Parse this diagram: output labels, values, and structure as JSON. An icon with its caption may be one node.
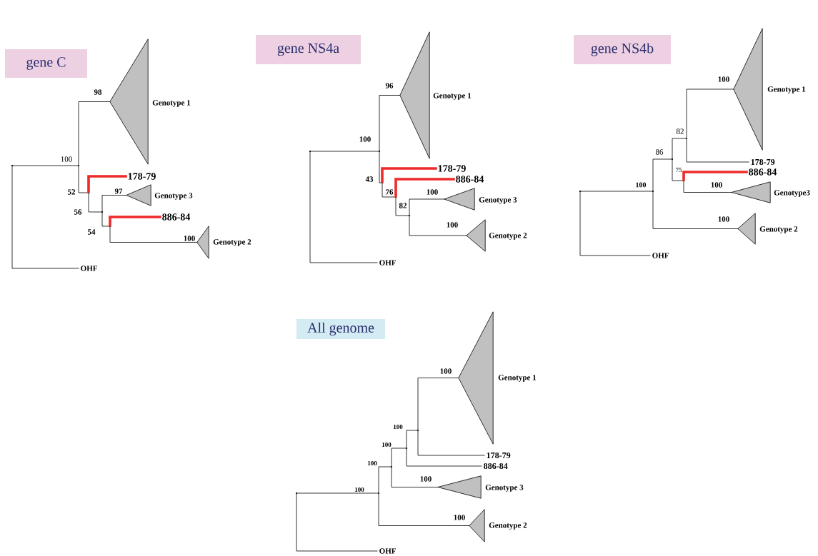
{
  "diagram": {
    "nodes": [
      {
        "text": [
          "gene C"
        ]
      },
      {
        "text": [],
        "shape": "point"
      },
      {
        "text": [],
        "shape": "point"
      },
      {
        "text": [],
        "shape": "triangle",
        "beside": [
          "Genotype 1"
        ]
      },
      {
        "text": [],
        "shape": "point"
      },
      {
        "text": [
          "178-79"
        ]
      },
      {
        "text": [],
        "shape": "point"
      },
      {
        "text": [],
        "shape": "triangle",
        "beside": [
          "Genotype 3"
        ]
      },
      {
        "text": [],
        "shape": "point"
      },
      {
        "text": [
          "886-84"
        ]
      },
      {
        "text": [],
        "shape": "triangle",
        "beside": [
          "Genotype 2"
        ]
      },
      {
        "text": [
          "OHF"
        ]
      },
      {
        "text": [
          "gene NS4a"
        ]
      },
      {
        "text": [],
        "shape": "point"
      },
      {
        "text": [],
        "shape": "point"
      },
      {
        "text": [],
        "shape": "triangle",
        "beside": [
          "Genotype 1"
        ]
      },
      {
        "text": [],
        "shape": "point"
      },
      {
        "text": [
          "178-79"
        ]
      },
      {
        "text": [],
        "shape": "point"
      },
      {
        "text": [
          "886-84"
        ]
      },
      {
        "text": [],
        "shape": "point"
      },
      {
        "text": [],
        "shape": "triangle",
        "beside": [
          "Genotype 3"
        ]
      },
      {
        "text": [],
        "shape": "triangle",
        "beside": [
          "Genotype 2"
        ]
      },
      {
        "text": [
          "OHF"
        ]
      },
      {
        "text": [
          "gene NS4b"
        ]
      },
      {
        "text": [],
        "shape": "point"
      },
      {
        "text": [],
        "shape": "point"
      },
      {
        "text": [],
        "shape": "point"
      },
      {
        "text": [],
        "shape": "point"
      },
      {
        "text": [],
        "shape": "triangle",
        "beside": [
          "Genotype 1"
        ]
      },
      {
        "text": [
          "178-79"
        ]
      },
      {
        "text": [],
        "shape": "point"
      },
      {
        "text": [
          "886-84"
        ]
      },
      {
        "text": [],
        "shape": "triangle",
        "beside": [
          "Genotype3"
        ]
      },
      {
        "text": [],
        "shape": "triangle",
        "beside": [
          "Genotype 2"
        ]
      },
      {
        "text": [
          "OHF"
        ]
      },
      {
        "text": [
          "All genome"
        ]
      },
      {
        "text": [],
        "shape": "point"
      },
      {
        "text": [],
        "shape": "point"
      },
      {
        "text": [],
        "shape": "point"
      },
      {
        "text": [],
        "shape": "point"
      },
      {
        "text": [],
        "shape": "point"
      },
      {
        "text": [],
        "shape": "triangle",
        "beside": [
          "Genotype 1"
        ]
      },
      {
        "text": [
          "178-79"
        ]
      },
      {
        "text": [
          "886-84"
        ]
      },
      {
        "text": [],
        "shape": "triangle",
        "beside": [
          "Genotype 3"
        ]
      },
      {
        "text": [],
        "shape": "triangle",
        "beside": [
          "Genotype 2"
        ]
      },
      {
        "text": [
          "OHF"
        ]
      }
    ],
    "edges": [
      {
        "from": 1,
        "to": 2,
        "arrow": "none",
        "label": "100"
      },
      {
        "from": 1,
        "to": 11,
        "arrow": "none"
      },
      {
        "from": 2,
        "to": 3,
        "arrow": "none",
        "label": "98"
      },
      {
        "from": 2,
        "to": 4,
        "arrow": "none",
        "label": "52"
      },
      {
        "from": 4,
        "to": 5,
        "arrow": "none",
        "style": "thick",
        "color": "#ee2a2a"
      },
      {
        "from": 4,
        "to": 6,
        "arrow": "none",
        "label": "56"
      },
      {
        "from": 6,
        "to": 7,
        "arrow": "none",
        "label": "97"
      },
      {
        "from": 6,
        "to": 8,
        "arrow": "none",
        "label": "54"
      },
      {
        "from": 8,
        "to": 9,
        "arrow": "none",
        "style": "thick",
        "color": "#ee2a2a"
      },
      {
        "from": 8,
        "to": 10,
        "arrow": "none",
        "label": "100"
      },
      {
        "from": 13,
        "to": 14,
        "arrow": "none",
        "label": "100"
      },
      {
        "from": 13,
        "to": 23,
        "arrow": "none"
      },
      {
        "from": 14,
        "to": 15,
        "arrow": "none",
        "label": "96"
      },
      {
        "from": 14,
        "to": 16,
        "arrow": "none",
        "label": "43"
      },
      {
        "from": 16,
        "to": 17,
        "arrow": "none",
        "style": "thick",
        "color": "#ee2a2a"
      },
      {
        "from": 16,
        "to": 18,
        "arrow": "none",
        "label": "76"
      },
      {
        "from": 18,
        "to": 19,
        "arrow": "none",
        "style": "thick",
        "color": "#ee2a2a"
      },
      {
        "from": 18,
        "to": 20,
        "arrow": "none",
        "label": "82"
      },
      {
        "from": 20,
        "to": 21,
        "arrow": "none",
        "label": "100"
      },
      {
        "from": 20,
        "to": 22,
        "arrow": "none",
        "label": "100"
      },
      {
        "from": 25,
        "to": 26,
        "arrow": "none",
        "label": "100"
      },
      {
        "from": 25,
        "to": 35,
        "arrow": "none"
      },
      {
        "from": 26,
        "to": 27,
        "arrow": "none",
        "label": "86"
      },
      {
        "from": 26,
        "to": 34,
        "arrow": "none",
        "label": "100"
      },
      {
        "from": 27,
        "to": 28,
        "arrow": "none",
        "label": "82"
      },
      {
        "from": 27,
        "to": 31,
        "arrow": "none",
        "label": "75"
      },
      {
        "from": 28,
        "to": 29,
        "arrow": "none",
        "label": "100"
      },
      {
        "from": 28,
        "to": 30,
        "arrow": "none"
      },
      {
        "from": 31,
        "to": 32,
        "arrow": "none",
        "style": "thick",
        "color": "#ee2a2a"
      },
      {
        "from": 31,
        "to": 33,
        "arrow": "none",
        "label": "100"
      },
      {
        "from": 37,
        "to": 38,
        "arrow": "none",
        "label": "100"
      },
      {
        "from": 37,
        "to": 47,
        "arrow": "none"
      },
      {
        "from": 38,
        "to": 39,
        "arrow": "none",
        "label": "100"
      },
      {
        "from": 38,
        "to": 46,
        "arrow": "none",
        "label": "100"
      },
      {
        "from": 39,
        "to": 40,
        "arrow": "none",
        "label": "100"
      },
      {
        "from": 39,
        "to": 45,
        "arrow": "none",
        "label": "100"
      },
      {
        "from": 40,
        "to": 41,
        "arrow": "none",
        "label": "100"
      },
      {
        "from": 40,
        "to": 44,
        "arrow": "none"
      },
      {
        "from": 41,
        "to": 42,
        "arrow": "none",
        "label": "100"
      },
      {
        "from": 41,
        "to": 43,
        "arrow": "none"
      }
    ]
  }
}
